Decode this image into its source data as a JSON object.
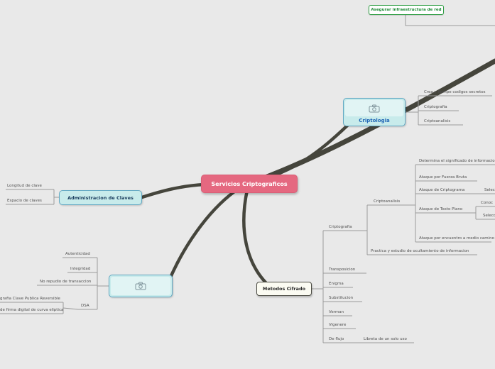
{
  "colors": {
    "background": "#e9e9e9",
    "root_node": "#e56880",
    "teal_node": "#c8ebeb",
    "teal_border": "#62a8c3",
    "green_accent": "#2f9e44",
    "branch_color": "#45453c",
    "thin_line": "#9b9b9b"
  },
  "root": {
    "label": "Servicios Criptograficos"
  },
  "top_node": {
    "label": "Asegurar infraestructura de red"
  },
  "criptologia": {
    "label": "Criptologia",
    "icon": "camera-icon",
    "children": [
      "Crea y Rompe codigos secretos",
      "Criptografia",
      "Criptoanalisis"
    ]
  },
  "admin": {
    "label": "Administracion de Claves",
    "children": [
      "Longitud de clave",
      "Espacio de claves"
    ]
  },
  "firma": {
    "icon": "camera-icon",
    "children": [
      "Autenticidad",
      "Integridad",
      "No repudio de transaccion",
      "DSA"
    ],
    "dsa_children": [
      "grafia Clave Publica Reversible",
      "de firma digital de curva eliptica"
    ]
  },
  "metodos": {
    "label": "Metodos Cifrado",
    "children": [
      "Criptografia",
      "Transposicion",
      "Enigma",
      "Substitucion",
      "Verman",
      "Vigenere",
      "De flujo"
    ],
    "de_flujo_child": "Libreta de un solo uso",
    "criptografia_children": [
      "Criptoanalisis",
      "Practica y estudio de ocultamiento de informacion"
    ],
    "criptoanalisis_children": [
      "Determina el significado de informacio",
      "Ataque por Fuerza Bruta",
      "Ataque de Criptograma",
      "Ataque de Texto Plano",
      "Ataque por encuentro a medio camino"
    ],
    "criptograma_child": "Selec",
    "texto_plano_children": [
      "Conoc",
      "Selecc"
    ]
  }
}
